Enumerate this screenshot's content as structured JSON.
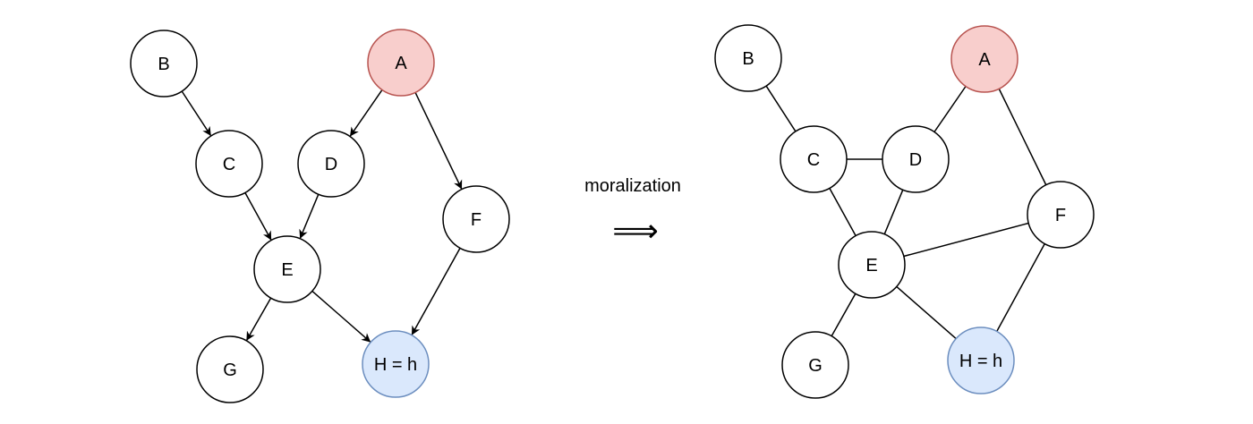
{
  "caption": {
    "text": "moralization",
    "arrow": "⟹"
  },
  "colors": {
    "default_fill": "#ffffff",
    "default_stroke": "#000000",
    "observed_fill": "#f8cecc",
    "observed_stroke": "#b85450",
    "evidence_fill": "#dae8fc",
    "evidence_stroke": "#6c8ebf",
    "edge": "#000000"
  },
  "directed_graph": {
    "nodes": [
      {
        "id": "B",
        "label": "B",
        "style": "default"
      },
      {
        "id": "A",
        "label": "A",
        "style": "observed"
      },
      {
        "id": "C",
        "label": "C",
        "style": "default"
      },
      {
        "id": "D",
        "label": "D",
        "style": "default"
      },
      {
        "id": "F",
        "label": "F",
        "style": "default"
      },
      {
        "id": "E",
        "label": "E",
        "style": "default"
      },
      {
        "id": "G",
        "label": "G",
        "style": "default"
      },
      {
        "id": "H",
        "label": "H = h",
        "style": "evidence"
      }
    ],
    "edges": [
      {
        "from": "B",
        "to": "C"
      },
      {
        "from": "A",
        "to": "D"
      },
      {
        "from": "A",
        "to": "F"
      },
      {
        "from": "C",
        "to": "E"
      },
      {
        "from": "D",
        "to": "E"
      },
      {
        "from": "E",
        "to": "G"
      },
      {
        "from": "E",
        "to": "H"
      },
      {
        "from": "F",
        "to": "H"
      }
    ]
  },
  "moral_graph": {
    "nodes": [
      {
        "id": "B",
        "label": "B",
        "style": "default"
      },
      {
        "id": "A",
        "label": "A",
        "style": "observed"
      },
      {
        "id": "C",
        "label": "C",
        "style": "default"
      },
      {
        "id": "D",
        "label": "D",
        "style": "default"
      },
      {
        "id": "F",
        "label": "F",
        "style": "default"
      },
      {
        "id": "E",
        "label": "E",
        "style": "default"
      },
      {
        "id": "G",
        "label": "G",
        "style": "default"
      },
      {
        "id": "H",
        "label": "H = h",
        "style": "evidence"
      }
    ],
    "edges": [
      {
        "from": "B",
        "to": "C"
      },
      {
        "from": "C",
        "to": "D"
      },
      {
        "from": "A",
        "to": "D"
      },
      {
        "from": "A",
        "to": "F"
      },
      {
        "from": "C",
        "to": "E"
      },
      {
        "from": "D",
        "to": "E"
      },
      {
        "from": "E",
        "to": "F"
      },
      {
        "from": "E",
        "to": "G"
      },
      {
        "from": "E",
        "to": "H"
      },
      {
        "from": "F",
        "to": "H"
      }
    ]
  }
}
